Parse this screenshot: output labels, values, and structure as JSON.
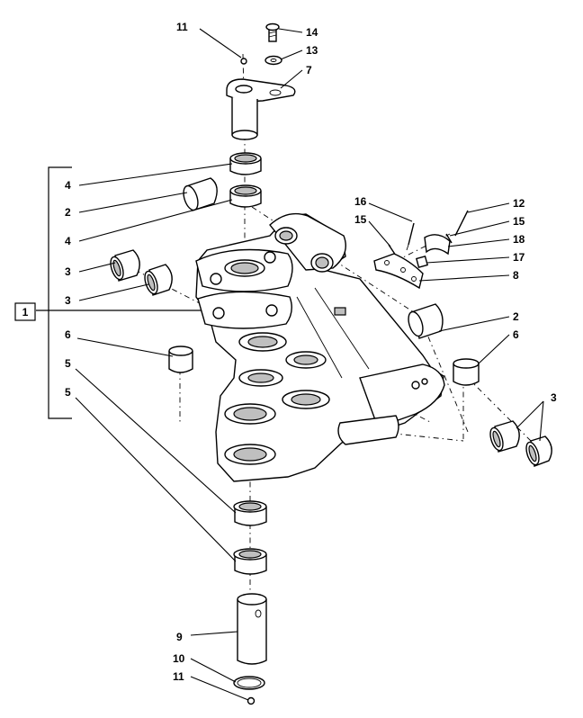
{
  "group_box": {
    "label": "1"
  },
  "callouts": [
    {
      "id": "c11a",
      "text": "11"
    },
    {
      "id": "c14",
      "text": "14"
    },
    {
      "id": "c13",
      "text": "13"
    },
    {
      "id": "c7",
      "text": "7"
    },
    {
      "id": "c4a",
      "text": "4"
    },
    {
      "id": "c2a",
      "text": "2"
    },
    {
      "id": "c4b",
      "text": "4"
    },
    {
      "id": "c3a",
      "text": "3"
    },
    {
      "id": "c3b",
      "text": "3"
    },
    {
      "id": "c6a",
      "text": "6"
    },
    {
      "id": "c5a",
      "text": "5"
    },
    {
      "id": "c5b",
      "text": "5"
    },
    {
      "id": "c16",
      "text": "16"
    },
    {
      "id": "c15a",
      "text": "15"
    },
    {
      "id": "c12",
      "text": "12"
    },
    {
      "id": "c15b",
      "text": "15"
    },
    {
      "id": "c18",
      "text": "18"
    },
    {
      "id": "c17",
      "text": "17"
    },
    {
      "id": "c8",
      "text": "8"
    },
    {
      "id": "c2b",
      "text": "2"
    },
    {
      "id": "c6b",
      "text": "6"
    },
    {
      "id": "c3c",
      "text": "3"
    },
    {
      "id": "c9",
      "text": "9"
    },
    {
      "id": "c10",
      "text": "10"
    },
    {
      "id": "c11b",
      "text": "11"
    }
  ]
}
